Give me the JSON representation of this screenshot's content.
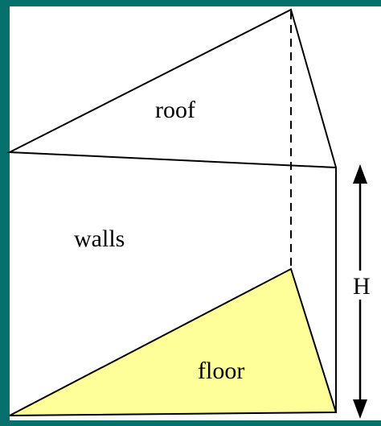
{
  "labels": {
    "roof": "roof",
    "walls": "walls",
    "floor": "floor",
    "height": "H"
  },
  "colors": {
    "background": "#06706c",
    "panel": "#ffffff",
    "floor_fill": "#ffff99",
    "stroke": "#000000"
  }
}
